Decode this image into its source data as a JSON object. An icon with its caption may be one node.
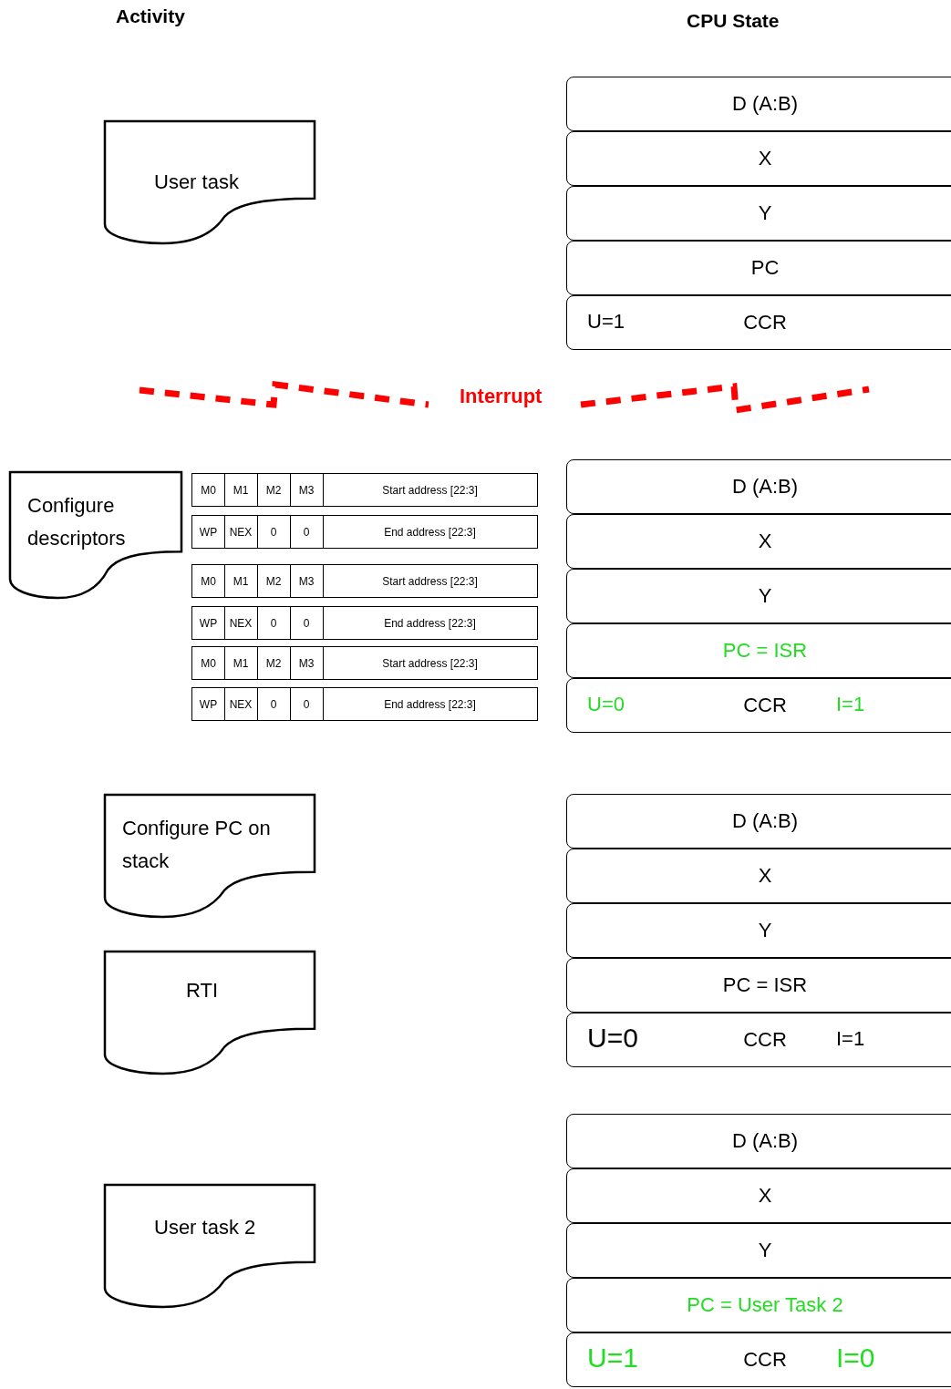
{
  "diagram": {
    "nodes": [
      {
        "text": [
          "User task"
        ]
      },
      {
        "text": [
          "D (A:B)"
        ]
      },
      {
        "text": [
          "X"
        ]
      },
      {
        "text": [
          "Y"
        ]
      },
      {
        "text": [
          "PC"
        ]
      },
      {
        "text": [
          "U=1",
          "CCR"
        ]
      },
      {
        "text": [
          "Configure descriptors"
        ]
      },
      {
        "text": [
          "D (A:B)"
        ]
      },
      {
        "text": [
          "X"
        ]
      },
      {
        "text": [
          "Y"
        ]
      },
      {
        "text": [
          "PC = ISR"
        ]
      },
      {
        "text": [
          "U=0",
          "CCR",
          "I=1"
        ]
      },
      {
        "text": [
          "Configure PC on stack"
        ]
      },
      {
        "text": [
          "RTI"
        ]
      },
      {
        "text": [
          "D (A:B)"
        ]
      },
      {
        "text": [
          "X"
        ]
      },
      {
        "text": [
          "Y"
        ]
      },
      {
        "text": [
          "PC = ISR"
        ]
      },
      {
        "text": [
          "U=0",
          "CCR",
          "I=1"
        ]
      },
      {
        "text": [
          "User task 2"
        ]
      },
      {
        "text": [
          "D (A:B)"
        ]
      },
      {
        "text": [
          "X"
        ]
      },
      {
        "text": [
          "Y"
        ]
      },
      {
        "text": [
          "PC = User Task 2"
        ]
      },
      {
        "text": [
          "U=1",
          "CCR",
          "I=0"
        ]
      }
    ],
    "labels": [
      "Activity",
      "CPU State",
      "Interrupt",
      "M0",
      "M1",
      "M2",
      "M3",
      "Start address [22:3]",
      "WP",
      "NEX",
      "0",
      "0",
      "End address [22:3]",
      "M0",
      "M1",
      "M2",
      "M3",
      "Start address [22:3]",
      "WP",
      "NEX",
      "0",
      "0",
      "End address [22:3]",
      "M0",
      "M1",
      "M2",
      "M3",
      "Start address [22:3]",
      "WP",
      "NEX",
      "0",
      "0",
      "End address [22:3]"
    ]
  }
}
